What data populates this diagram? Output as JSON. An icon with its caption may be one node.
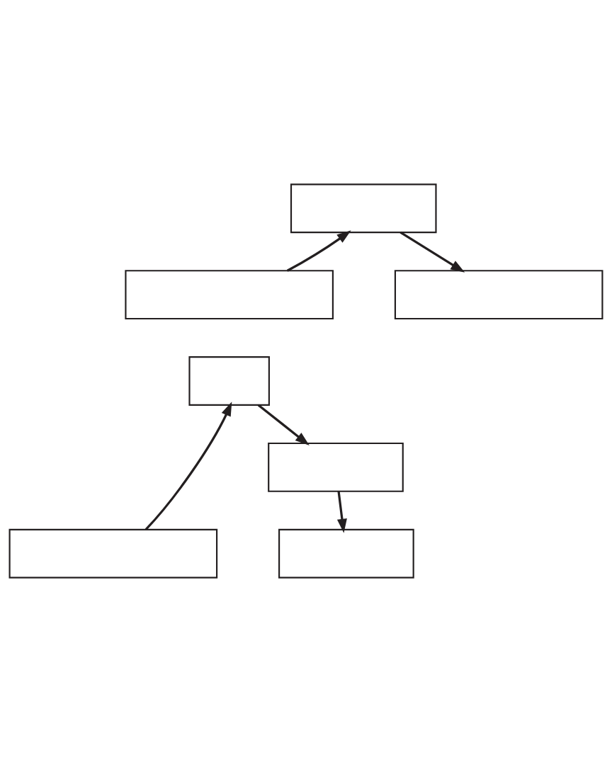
{
  "diagram": {
    "nodes": [
      {
        "text": [],
        "shape": "box"
      },
      {
        "text": [],
        "shape": "box"
      },
      {
        "text": [],
        "shape": "box"
      },
      {
        "text": [],
        "shape": "box"
      },
      {
        "text": [],
        "shape": "box"
      },
      {
        "text": [],
        "shape": "box"
      },
      {
        "text": [],
        "shape": "box"
      }
    ],
    "edges": [
      {
        "from": 1,
        "to": 0,
        "arrow": "to"
      },
      {
        "from": 0,
        "to": 2,
        "arrow": "to"
      },
      {
        "from": 5,
        "to": 3,
        "arrow": "to"
      },
      {
        "from": 3,
        "to": 4,
        "arrow": "to"
      },
      {
        "from": 4,
        "to": 6,
        "arrow": "to"
      }
    ]
  }
}
